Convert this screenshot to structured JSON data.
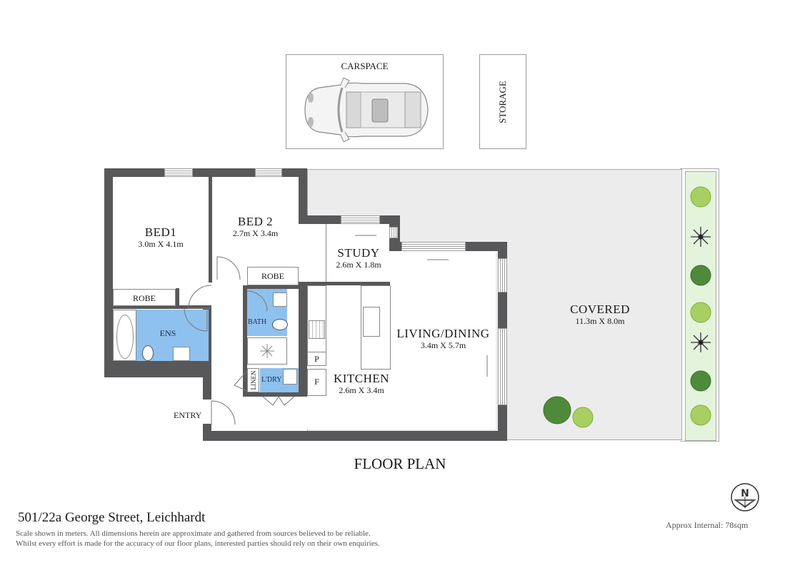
{
  "title": "FLOOR PLAN",
  "address": "501/22a George Street, Leichhardt",
  "disclaimer": {
    "line1": "Scale shown in meters. All dimensions herein are approximate and gathered from sources believed to be reliable.",
    "line2": "Whilst every effort is made for the accuracy of our floor plans, interested parties should rely on their own enquiries."
  },
  "approx_internal": "Approx Internal: 78sqm",
  "compass": {
    "label": "N",
    "icon": "north-arrow-icon"
  },
  "outbuildings": {
    "carspace": "CARSPACE",
    "storage": "STORAGE"
  },
  "rooms": {
    "bed1": {
      "name": "BED1",
      "dim": "3.0m X 4.1m"
    },
    "bed2": {
      "name": "BED 2",
      "dim": "2.7m X 3.4m"
    },
    "study": {
      "name": "STUDY",
      "dim": "2.6m X 1.8m"
    },
    "living": {
      "name": "LIVING/DINING",
      "dim": "3.4m X 5.7m"
    },
    "kitchen": {
      "name": "KITCHEN",
      "dim": "2.6m X 3.4m"
    },
    "covered": {
      "name": "COVERED",
      "dim": "11.3m X 8.0m"
    },
    "robe1": "ROBE",
    "robe2": "ROBE",
    "ens": "ENS",
    "bath": "BATH",
    "laundry": "L'DRY",
    "linen": "LINEN",
    "pantry": "P",
    "fridge": "F",
    "entry": "ENTRY"
  },
  "colors": {
    "wall": "#58585a",
    "wet_area": "#8ec1ee",
    "covered": "#ececec",
    "garden": "#e3f3dc",
    "shrub_light": "#a9cf62",
    "shrub_dark": "#4f8a3a"
  }
}
